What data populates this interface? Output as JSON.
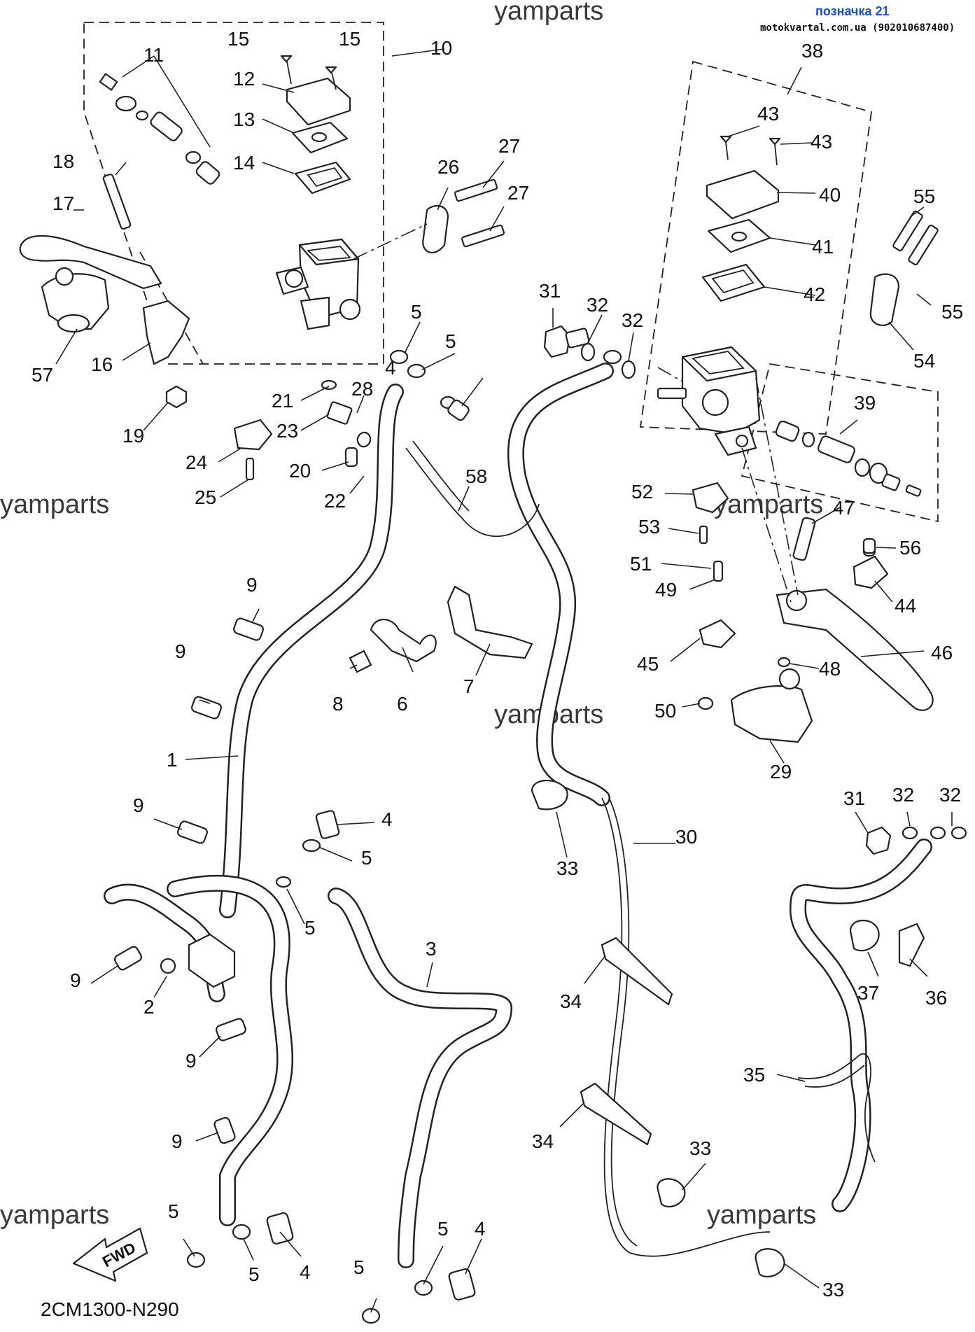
{
  "header": {
    "title": "позначка 21",
    "subtitle": "motokvartal.com.ua (902010687400)"
  },
  "watermark": "yamparts",
  "diagram_code": "2CM1300-N290",
  "fwd_label": "FWD",
  "callouts": [
    "1",
    "2",
    "3",
    "4",
    "5",
    "6",
    "7",
    "8",
    "9",
    "10",
    "11",
    "12",
    "13",
    "14",
    "15",
    "16",
    "17",
    "18",
    "19",
    "20",
    "21",
    "22",
    "23",
    "24",
    "25",
    "26",
    "27",
    "28",
    "29",
    "30",
    "31",
    "32",
    "33",
    "34",
    "35",
    "36",
    "37",
    "38",
    "39",
    "40",
    "41",
    "42",
    "43",
    "44",
    "45",
    "46",
    "47",
    "48",
    "49",
    "50",
    "51",
    "52",
    "53",
    "54",
    "55",
    "56",
    "57",
    "58"
  ]
}
